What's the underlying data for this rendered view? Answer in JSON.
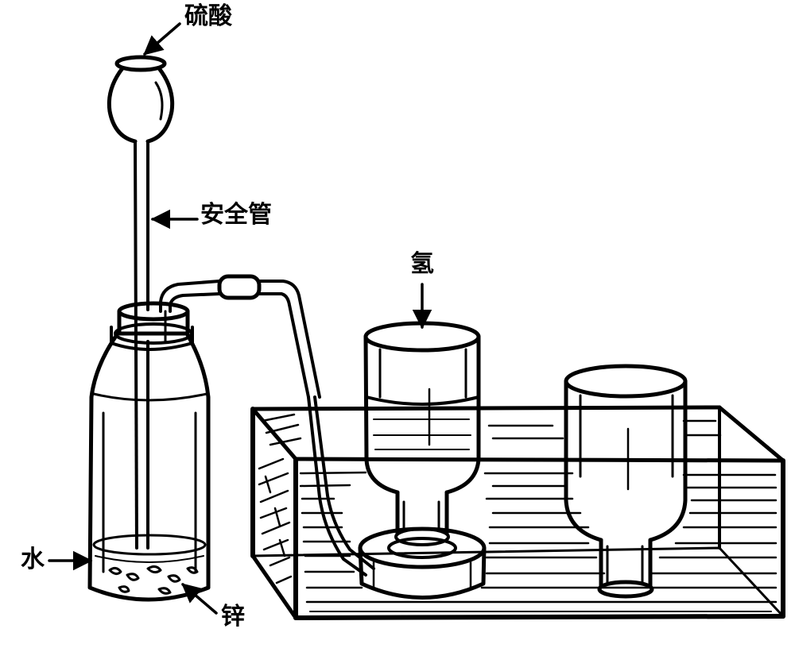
{
  "labels": {
    "sulfuric_acid": "硫酸",
    "safety_tube": "安全管",
    "hydrogen": "氢",
    "water": "水",
    "zinc": "锌"
  },
  "colors": {
    "ink": "#000000",
    "background": "#ffffff"
  }
}
